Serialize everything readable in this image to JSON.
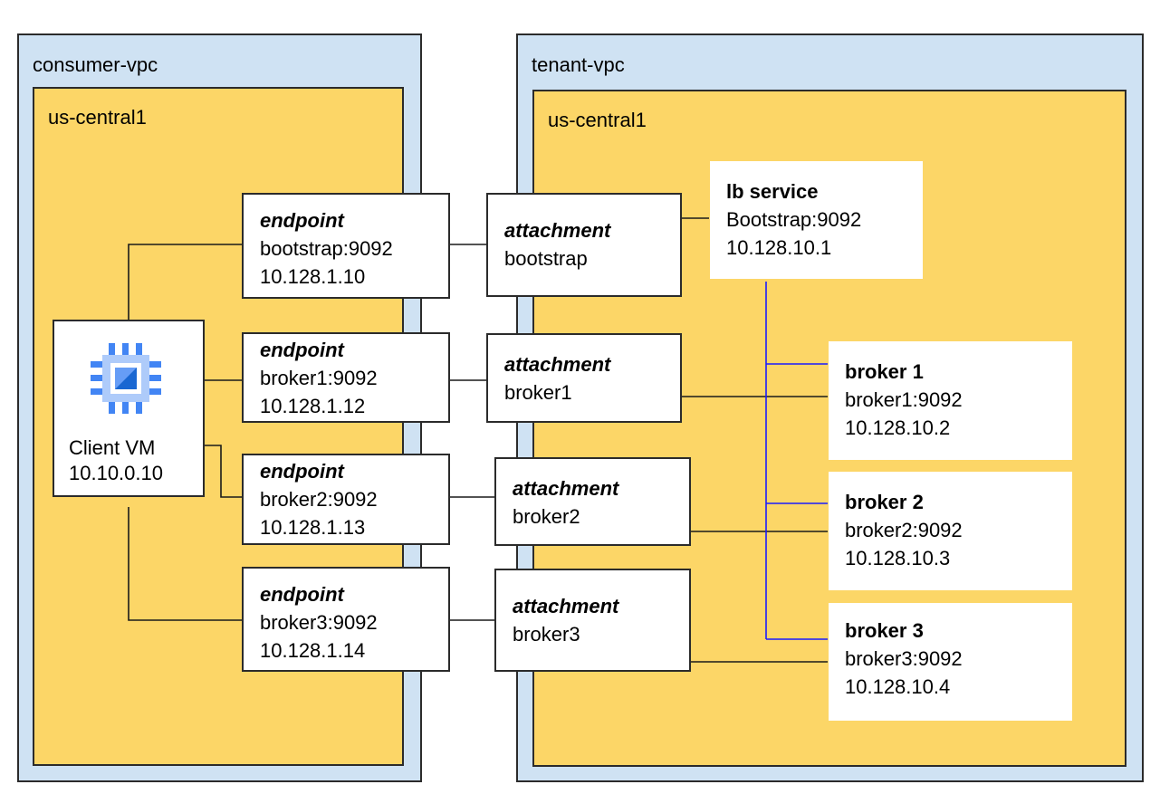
{
  "consumer": {
    "vpc_label": "consumer-vpc",
    "region_label": "us-central1"
  },
  "tenant": {
    "vpc_label": "tenant-vpc",
    "region_label": "us-central1"
  },
  "client": {
    "name": "Client VM",
    "ip": "10.10.0.10",
    "icon": "compute-engine-icon"
  },
  "endpoints": [
    {
      "title": "endpoint",
      "line1": "bootstrap:9092",
      "line2": "10.128.1.10"
    },
    {
      "title": "endpoint",
      "line1": "broker1:9092",
      "line2": "10.128.1.12"
    },
    {
      "title": "endpoint",
      "line1": "broker2:9092",
      "line2": "10.128.1.13"
    },
    {
      "title": "endpoint",
      "line1": "broker3:9092",
      "line2": "10.128.1.14"
    }
  ],
  "attachments": [
    {
      "title": "attachment",
      "line1": "bootstrap"
    },
    {
      "title": "attachment",
      "line1": "broker1"
    },
    {
      "title": "attachment",
      "line1": "broker2"
    },
    {
      "title": "attachment",
      "line1": "broker3"
    }
  ],
  "lb": {
    "title": "lb service",
    "line1": "Bootstrap:9092",
    "line2": "10.128.10.1"
  },
  "brokers": [
    {
      "title": "broker 1",
      "line1": "broker1:9092",
      "line2": "10.128.10.2"
    },
    {
      "title": "broker 2",
      "line1": "broker2:9092",
      "line2": "10.128.10.3"
    },
    {
      "title": "broker 3",
      "line1": "broker3:9092",
      "line2": "10.128.10.4"
    }
  ],
  "colors": {
    "vpc": "#cfe2f3",
    "region": "#fcd667",
    "lb_link": "#1a1aff",
    "chip": "#4285f4"
  }
}
